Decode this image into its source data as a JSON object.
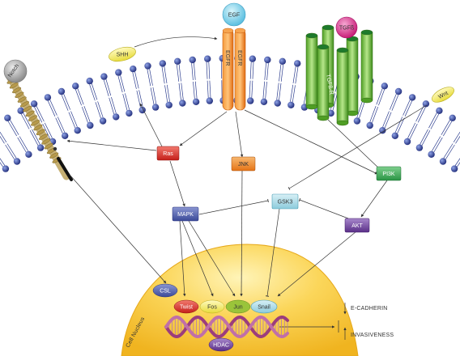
{
  "membrane": {
    "ligands": {
      "shh": "SHH",
      "egf": "EGF",
      "tgfb": "TGFß",
      "wnt": "Wnt"
    },
    "receptors": {
      "notch": "Notch",
      "egfr_left": "EGFR",
      "egfr_right": "EGFR",
      "tgfbr": "TGFß-R"
    }
  },
  "cytoplasm": {
    "ras": "Ras",
    "jnk": "JNK",
    "pi3k": "PI3K",
    "gsk3": "GSK3",
    "mapk": "MAPK",
    "akt": "AKT"
  },
  "nucleus": {
    "label": "Cell Nucleus",
    "csl": "CSL",
    "twist": "Twist",
    "fos": "Fos",
    "jun": "Jun",
    "snail": "Snail",
    "hdac": "HDAC"
  },
  "outcomes": {
    "ecadherin": "E-CADHERIN",
    "invasiveness": "INVASIVENESS"
  },
  "colors": {
    "membrane_blue": "#2e3f8f",
    "ras": "#d9302a",
    "jnk": "#ef8a26",
    "pi3k": "#36a84f",
    "gsk3": "#a8dbe8",
    "mapk": "#4b5aa6",
    "akt": "#6a3f98",
    "egfr": "#f07d1a",
    "tgfbr": "#6cbf35",
    "tgfb": "#e0338f",
    "nucleus": "#f6c530"
  }
}
